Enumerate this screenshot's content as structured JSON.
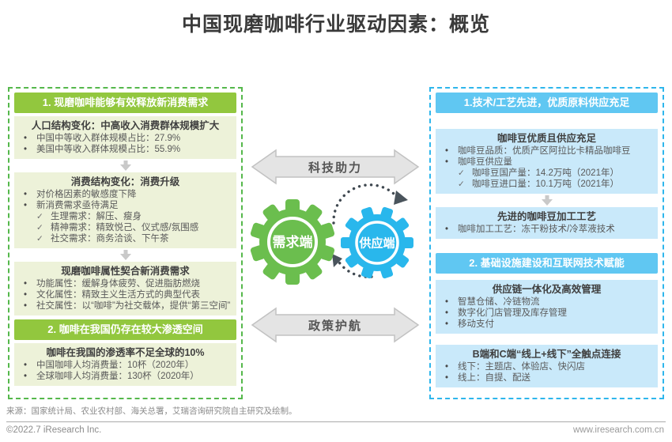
{
  "title": "中国现磨咖啡行业驱动因素：概览",
  "colors": {
    "green_header": "#92C73E",
    "green_box": "#EDF2D9",
    "green_border": "#55B84B",
    "green_gear": "#6BBE4E",
    "blue_header": "#60C7F2",
    "blue_box": "#C9E9FA",
    "blue_border": "#2EB6EC",
    "blue_gear": "#29B7EC",
    "arrow_gray": "#E4E4E4"
  },
  "left": {
    "header1": "1. 现磨咖啡能够有效释放新消费需求",
    "box1": {
      "title": "人口结构变化：中高收入消费群体规模扩大",
      "bullets": [
        "中国中等收入群体规模占比：27.9%",
        "美国中等收入群体规模占比：55.9%"
      ]
    },
    "box2": {
      "title": "消费结构变化：消费升级",
      "bullets": [
        "对价格因素的敏感度下降",
        "新消费需求亟待满足"
      ],
      "checks": [
        "生理需求：解压、瘦身",
        "精神需求：精致悦己、仪式感/氛围感",
        "社交需求：商务洽谈、下午茶"
      ]
    },
    "box3": {
      "title": "现磨咖啡属性契合新消费需求",
      "bullets": [
        "功能属性：缓解身体疲劳、促进脂肪燃烧",
        "文化属性：精致主义生活方式的典型代表",
        "社交属性：以“咖啡”为社交载体，提供“第三空间”"
      ]
    },
    "header2": "2. 咖啡在我国仍存在较大渗透空间",
    "box4": {
      "title": "咖啡在我国的渗透率不足全球的10%",
      "bullets": [
        "中国咖啡人均消费量：10杯（2020年）",
        "全球咖啡人均消费量：130杯（2020年）"
      ]
    }
  },
  "center": {
    "top_arrow": "科技助力",
    "bottom_arrow": "政策护航",
    "green_gear": "需求端",
    "blue_gear": "供应端"
  },
  "right": {
    "header1": "1.技术/工艺先进，优质原料供应充足",
    "box1": {
      "title": "咖啡豆优质且供应充足",
      "bullets": [
        "咖啡豆品质：优质产区阿拉比卡精品咖啡豆",
        "咖啡豆供应量"
      ],
      "checks": [
        "咖啡豆国产量：14.2万吨（2021年）",
        "咖啡豆进口量：10.1万吨（2021年）"
      ]
    },
    "box2": {
      "title": "先进的咖啡豆加工工艺",
      "bullets": [
        "咖啡加工工艺：冻干粉技术/冷萃液技术"
      ]
    },
    "header2": "2. 基础设施建设和互联网技术赋能",
    "box3": {
      "title": "供应链一体化及高效管理",
      "bullets": [
        "智慧仓储、冷链物流",
        "数字化门店管理及库存管理",
        "移动支付"
      ]
    },
    "box4": {
      "title": "B端和C端“线上+线下”全触点连接",
      "bullets": [
        "线下：主题店、体验店、快闪店",
        "线上：自提、配送"
      ]
    }
  },
  "footer": {
    "source": "来源：国家统计局、农业农村部、海关总署，艾瑞咨询研究院自主研究及绘制。",
    "copyright": "©2022.7 iResearch Inc.",
    "website": "www.iresearch.com.cn"
  }
}
